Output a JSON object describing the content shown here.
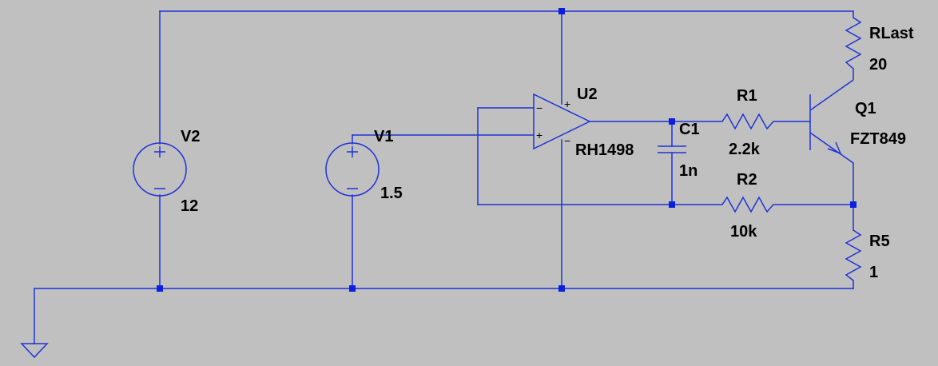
{
  "colors": {
    "background": "#c0c0c0",
    "wire": "#1f33d6",
    "junction": "#0b1fe0",
    "text": "#000000"
  },
  "components": {
    "v2": {
      "name": "V2",
      "value": "12"
    },
    "v1": {
      "name": "V1",
      "value": "1.5"
    },
    "u2": {
      "name": "U2",
      "value": "RH1498"
    },
    "c1": {
      "name": "C1",
      "value": "1n"
    },
    "r1": {
      "name": "R1",
      "value": "2.2k"
    },
    "r2": {
      "name": "R2",
      "value": "10k"
    },
    "r5": {
      "name": "R5",
      "value": "1"
    },
    "rlast": {
      "name": "RLast",
      "value": "20"
    },
    "q1": {
      "name": "Q1",
      "value": "FZT849"
    }
  },
  "symbols": {
    "plus": "+",
    "minus": "−"
  },
  "icons": {
    "ground": "ground-icon"
  }
}
